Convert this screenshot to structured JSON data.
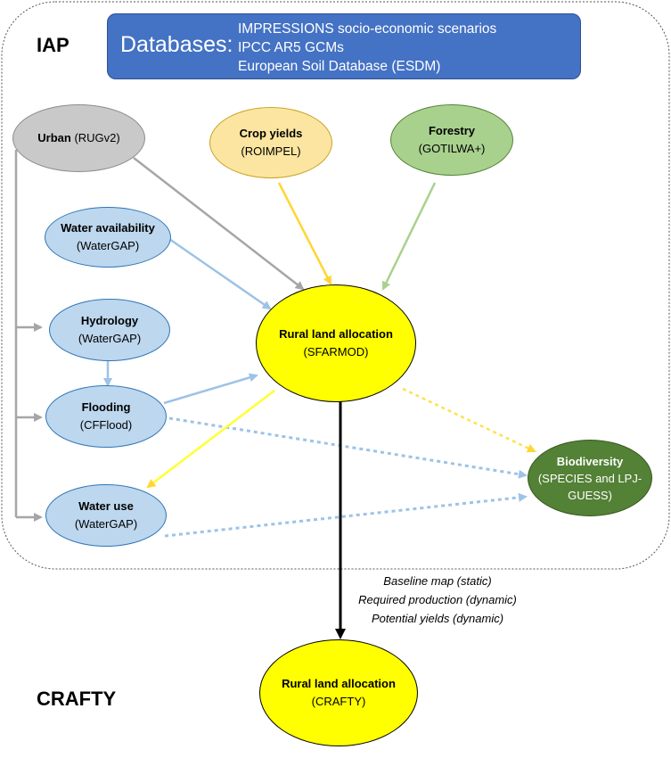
{
  "iap_label": "IAP",
  "crafty_label": "CRAFTY",
  "databases": {
    "title": "Databases:",
    "items": [
      "IMPRESSIONS socio-economic scenarios",
      "IPCC AR5 GCMs",
      "European Soil Database (ESDM)"
    ]
  },
  "nodes": {
    "urban": {
      "name": "Urban",
      "model": "(RUGv2)",
      "color": "#c9c9c9"
    },
    "crop": {
      "name": "Crop yields",
      "model": "(ROIMPEL)",
      "color": "#fbe5a0"
    },
    "forestry": {
      "name": "Forestry",
      "model": "(GOTILWA+)",
      "color": "#a9d18e"
    },
    "water_availability": {
      "name": "Water availability",
      "model": "(WaterGAP)",
      "color": "#bdd7ee"
    },
    "hydrology": {
      "name": "Hydrology",
      "model": "(WaterGAP)",
      "color": "#bdd7ee"
    },
    "flooding": {
      "name": "Flooding",
      "model": "(CFFlood)",
      "color": "#bdd7ee"
    },
    "water_use": {
      "name": "Water use",
      "model": "(WaterGAP)",
      "color": "#bdd7ee"
    },
    "rural_iap": {
      "name": "Rural land allocation",
      "model": "(SFARMOD)",
      "color": "#ffff00"
    },
    "biodiversity": {
      "name": "Biodiversity",
      "model_line1": "(SPECIES and LPJ-",
      "model_line2": "GUESS)",
      "color": "#538135"
    },
    "rural_crafty": {
      "name": "Rural land allocation",
      "model": "(CRAFTY)",
      "color": "#ffff00"
    }
  },
  "flow_labels": [
    "Baseline map (static)",
    "Required production (dynamic)",
    "Potential yields (dynamic)"
  ],
  "colors": {
    "grey_arrow": "#a6a6a6",
    "blue_arrow": "#9dc3e6",
    "yellow_arrow": "#ffe14d",
    "green_arrow": "#a9d18e",
    "database_fill": "#4472c4"
  }
}
